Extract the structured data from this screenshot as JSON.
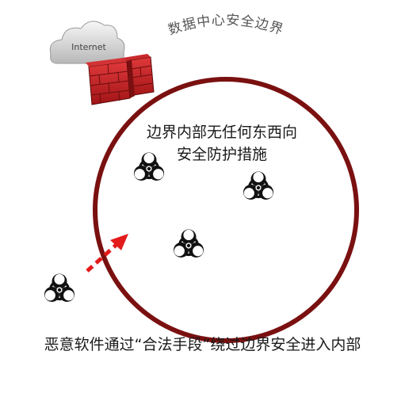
{
  "perimeter": {
    "label": "数据中心安全边界",
    "color": "#7a1010"
  },
  "cloud": {
    "label": "Internet"
  },
  "inner_text": {
    "line1": "边界内部无任何东西向",
    "line2": "安全防护措施"
  },
  "caption": "恶意软件通过“合法手段”绕过边界安全进入内部",
  "icons": [
    "biohazard-icon",
    "firewall-icon",
    "cloud-icon"
  ],
  "arrow": {
    "color": "#e31b1b",
    "style": "dashed"
  }
}
